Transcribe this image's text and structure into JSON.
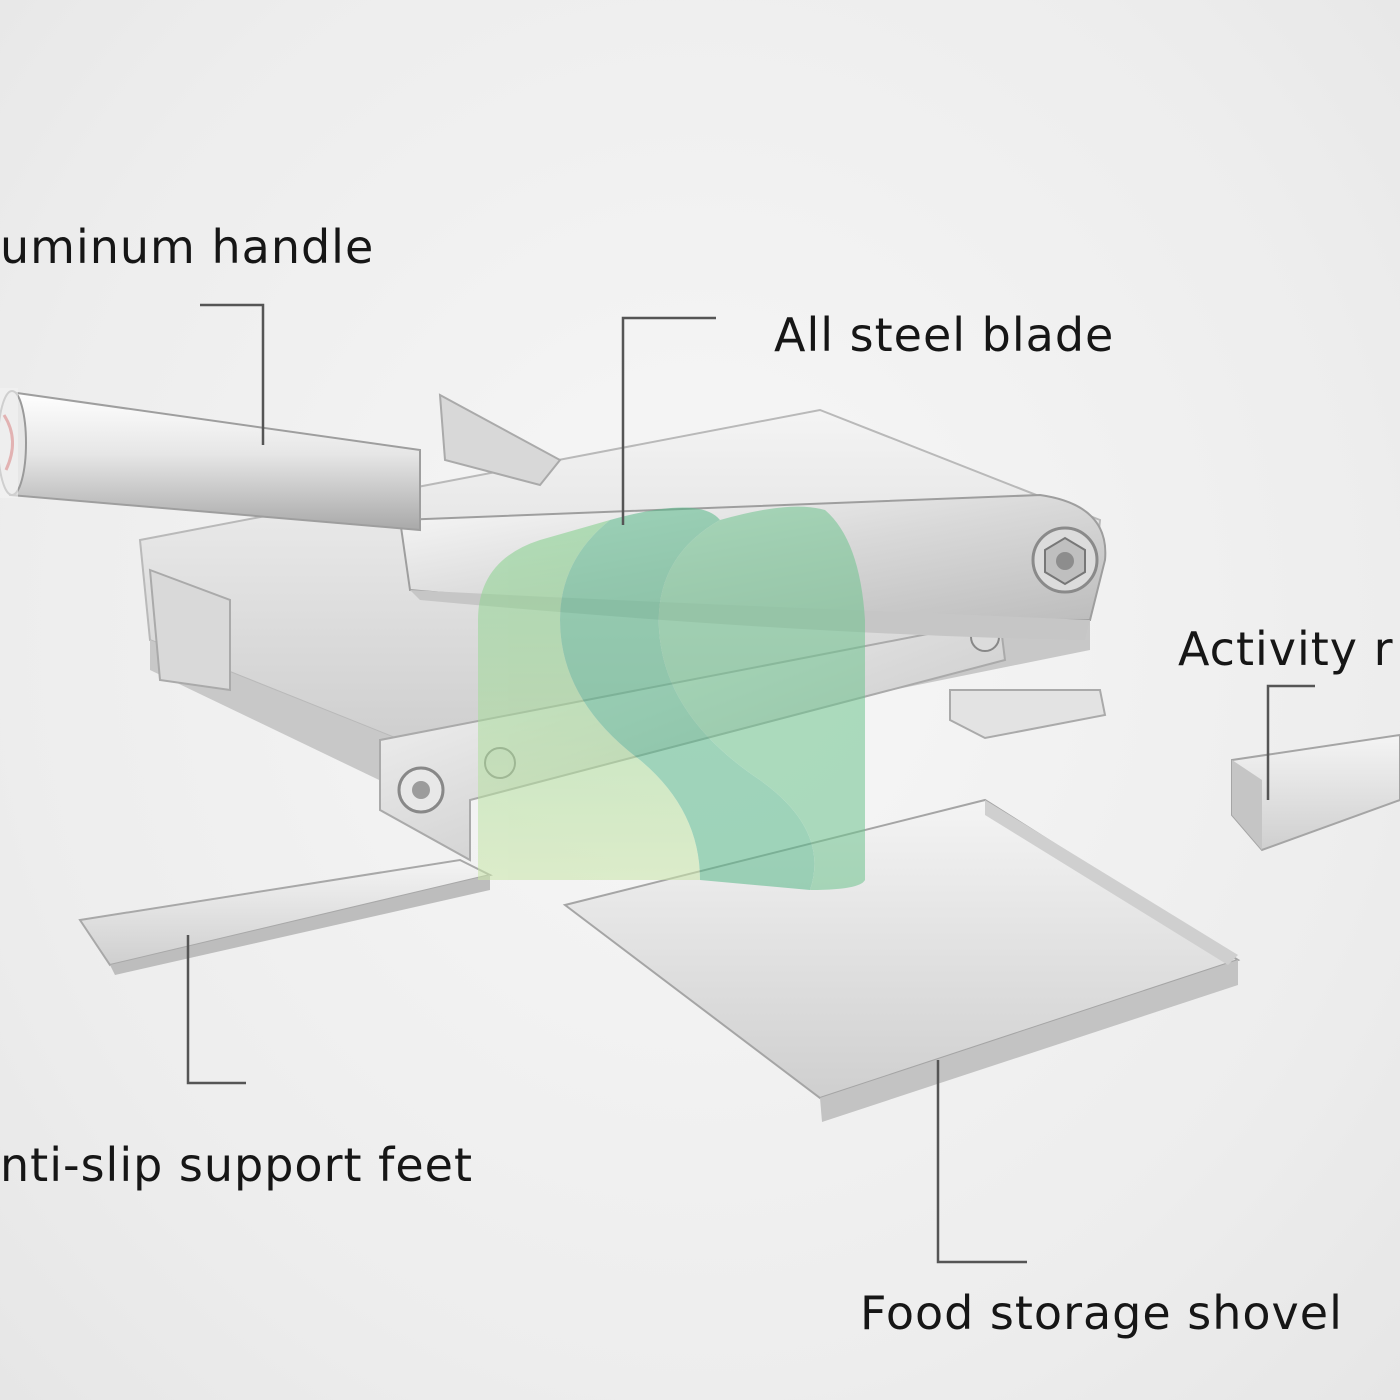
{
  "image": {
    "subject": "stainless steel manual slicer",
    "background_color": "#f1f1f1",
    "watermark_colors": [
      "#a9d58a",
      "#59b98a"
    ]
  },
  "labels": {
    "handle": "uminum handle",
    "blade": "All steel blade",
    "activity": "Activity r",
    "feet": "nti-slip support feet",
    "shovel": "Food storage shovel"
  }
}
